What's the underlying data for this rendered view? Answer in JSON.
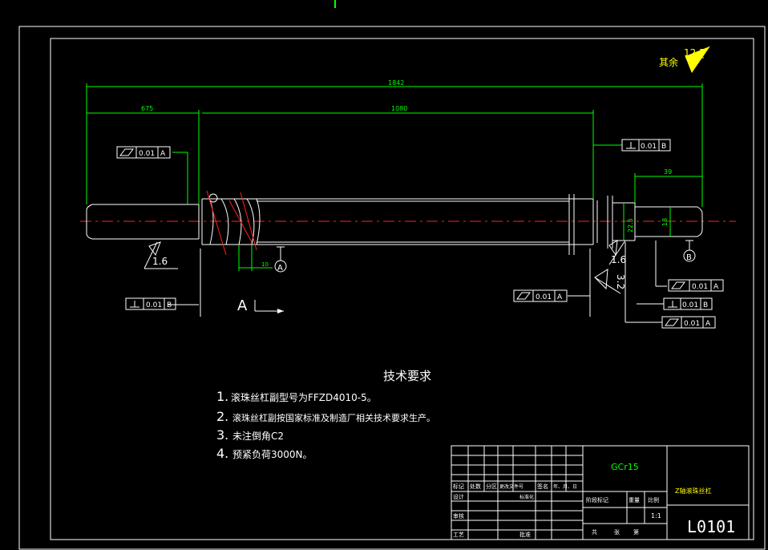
{
  "drawing": {
    "surface_finish_other_label": "其余",
    "surface_finish_other_value": "12.5",
    "dimensions": {
      "overall_length": "1842",
      "left_segment": "675",
      "thread_length": "1080",
      "right_journal": "39",
      "groove_width": "10",
      "diameter_large": "22.5",
      "diameter_small": "18"
    },
    "roughness": [
      "1.6",
      "1.6",
      "3.2"
    ],
    "datum_labels": [
      "A",
      "A",
      "B"
    ],
    "tolerance_frames": [
      {
        "value": "0.01",
        "datum": "A"
      },
      {
        "value": "0.01",
        "datum": "B"
      },
      {
        "value": "0.01",
        "datum": "B"
      },
      {
        "value": "0.01",
        "datum": "A"
      },
      {
        "value": "0.01",
        "datum": "A"
      },
      {
        "value": "0.01",
        "datum": "B"
      },
      {
        "value": "0.01",
        "datum": "A"
      }
    ]
  },
  "tech_requirements": {
    "title": "技术要求",
    "items": [
      {
        "num": "1.",
        "text": "滚珠丝杠副型号为FFZD4010-5。"
      },
      {
        "num": "2.",
        "text": "滚珠丝杠副按国家标准及制造厂相关技术要求生产。"
      },
      {
        "num": "3.",
        "text": "未注倒角C2"
      },
      {
        "num": "4.",
        "text": "预紧负荷3000N。"
      }
    ]
  },
  "title_block": {
    "material": "GCr15",
    "part_name": "Z轴滚珠丝杠",
    "drawing_number": "L0101",
    "scale": "1:1",
    "row_labels": [
      "标记",
      "处数",
      "分区",
      "更改文件号",
      "签名",
      "年、月、日"
    ],
    "designer_label": "设计",
    "standardize_label": "标准化",
    "review_label": "审核",
    "process_label": "工艺",
    "approve_label": "批准",
    "stage_label": "阶段标记",
    "weight_label": "重量",
    "scale_label": "比例",
    "sheet_label": "共",
    "sheet_of_label": "张",
    "sheet_num_label": "第"
  }
}
